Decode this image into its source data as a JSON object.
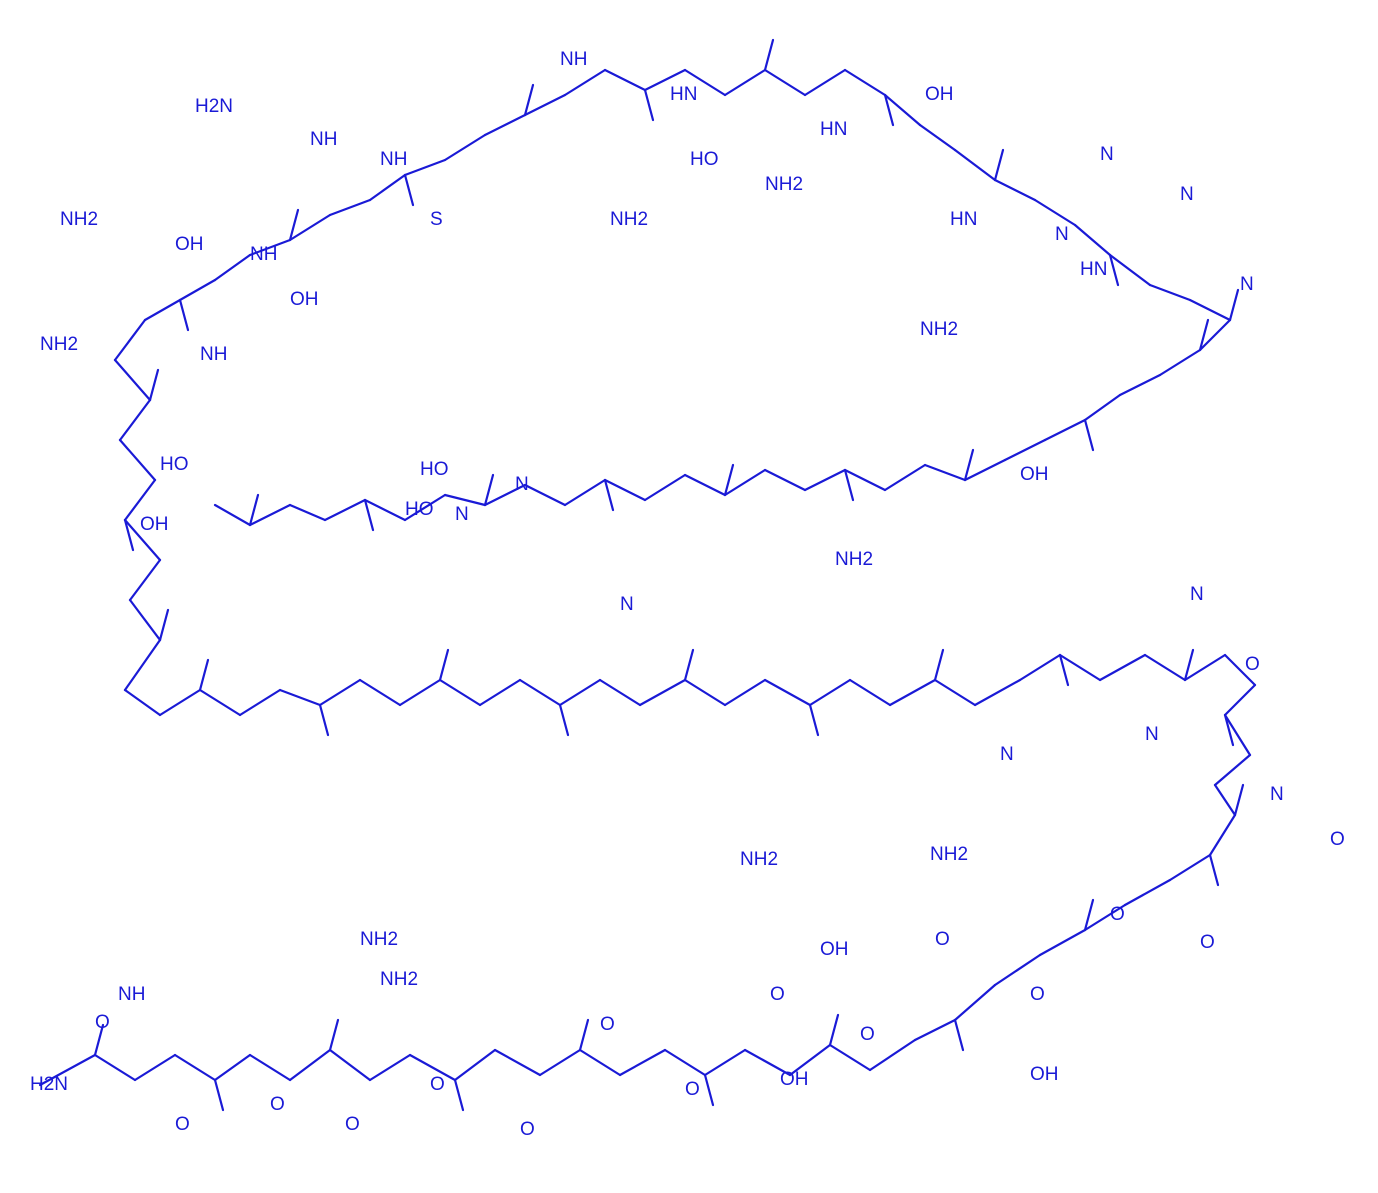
{
  "colors": {
    "ink": "#1a1ad6",
    "background": "#ffffff"
  },
  "labels": [
    "H2N",
    "H2N",
    "HO",
    "OH",
    "NH",
    "NH",
    "NH",
    "NH",
    "NH",
    "NH",
    "HN",
    "HN",
    "HN",
    "HN",
    "O",
    "O",
    "O",
    "O",
    "O",
    "O",
    "O",
    "O",
    "O",
    "O",
    "O",
    "O",
    "O",
    "O",
    "O",
    "O",
    "NH2",
    "NH2",
    "NH2",
    "NH2",
    "NH2",
    "NH2",
    "NH2",
    "NH2",
    "NH2",
    "NH2",
    "S",
    "OH",
    "OH",
    "OH",
    "OH",
    "OH",
    "OH",
    "OH",
    "HO",
    "HO",
    "HO",
    "N",
    "N",
    "N",
    "N",
    "N",
    "N",
    "N",
    "N",
    "N",
    "N",
    "N"
  ]
}
